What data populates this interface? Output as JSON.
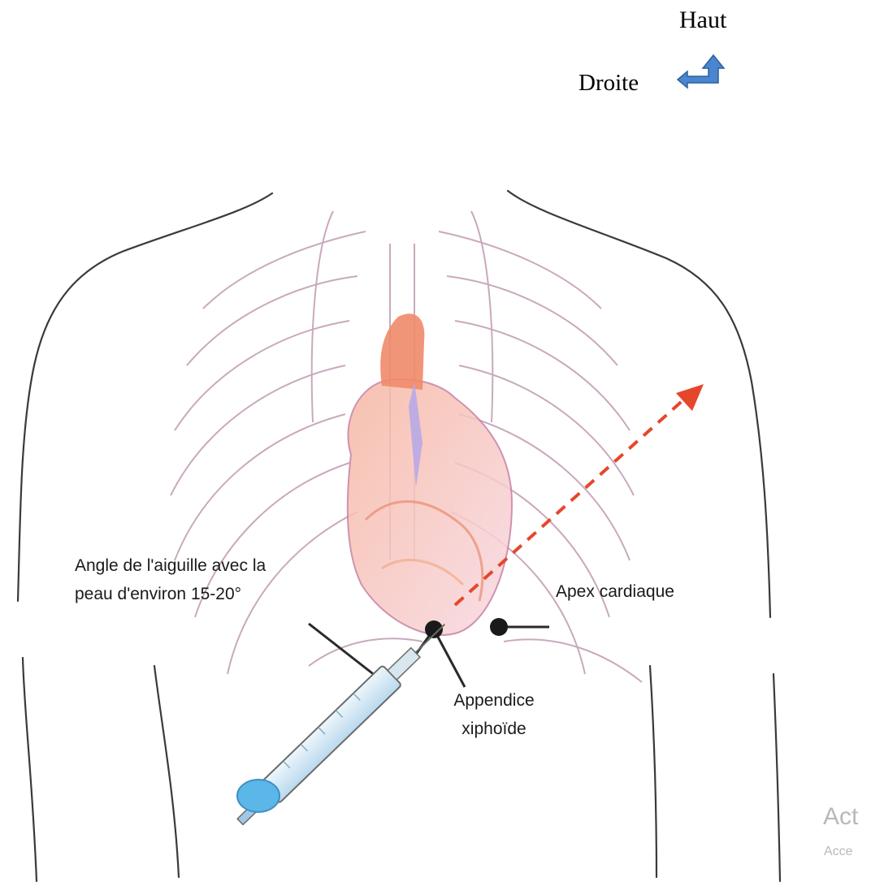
{
  "orientation": {
    "up_label": "Haut",
    "right_label": "Droite",
    "arrow_icon": "corner-up-left-arrow",
    "arrow_color": "#4a86cf"
  },
  "callouts": {
    "needle_angle_line1": "Angle de l'aiguille avec la",
    "needle_angle_line2": "peau d'environ 15-20°",
    "cardiac_apex": "Apex cardiaque",
    "xiphoid_line1": "Appendice",
    "xiphoid_line2": "xiphoïde"
  },
  "colors": {
    "heart": "#f08a6a",
    "outline": "#3a3a3a",
    "ribs": "#c9a9bd",
    "direction_arrow": "#e5472c",
    "syringe_plunger": "#5bb7e8"
  },
  "watermark": {
    "title": "Act",
    "subtitle": "Acce"
  }
}
